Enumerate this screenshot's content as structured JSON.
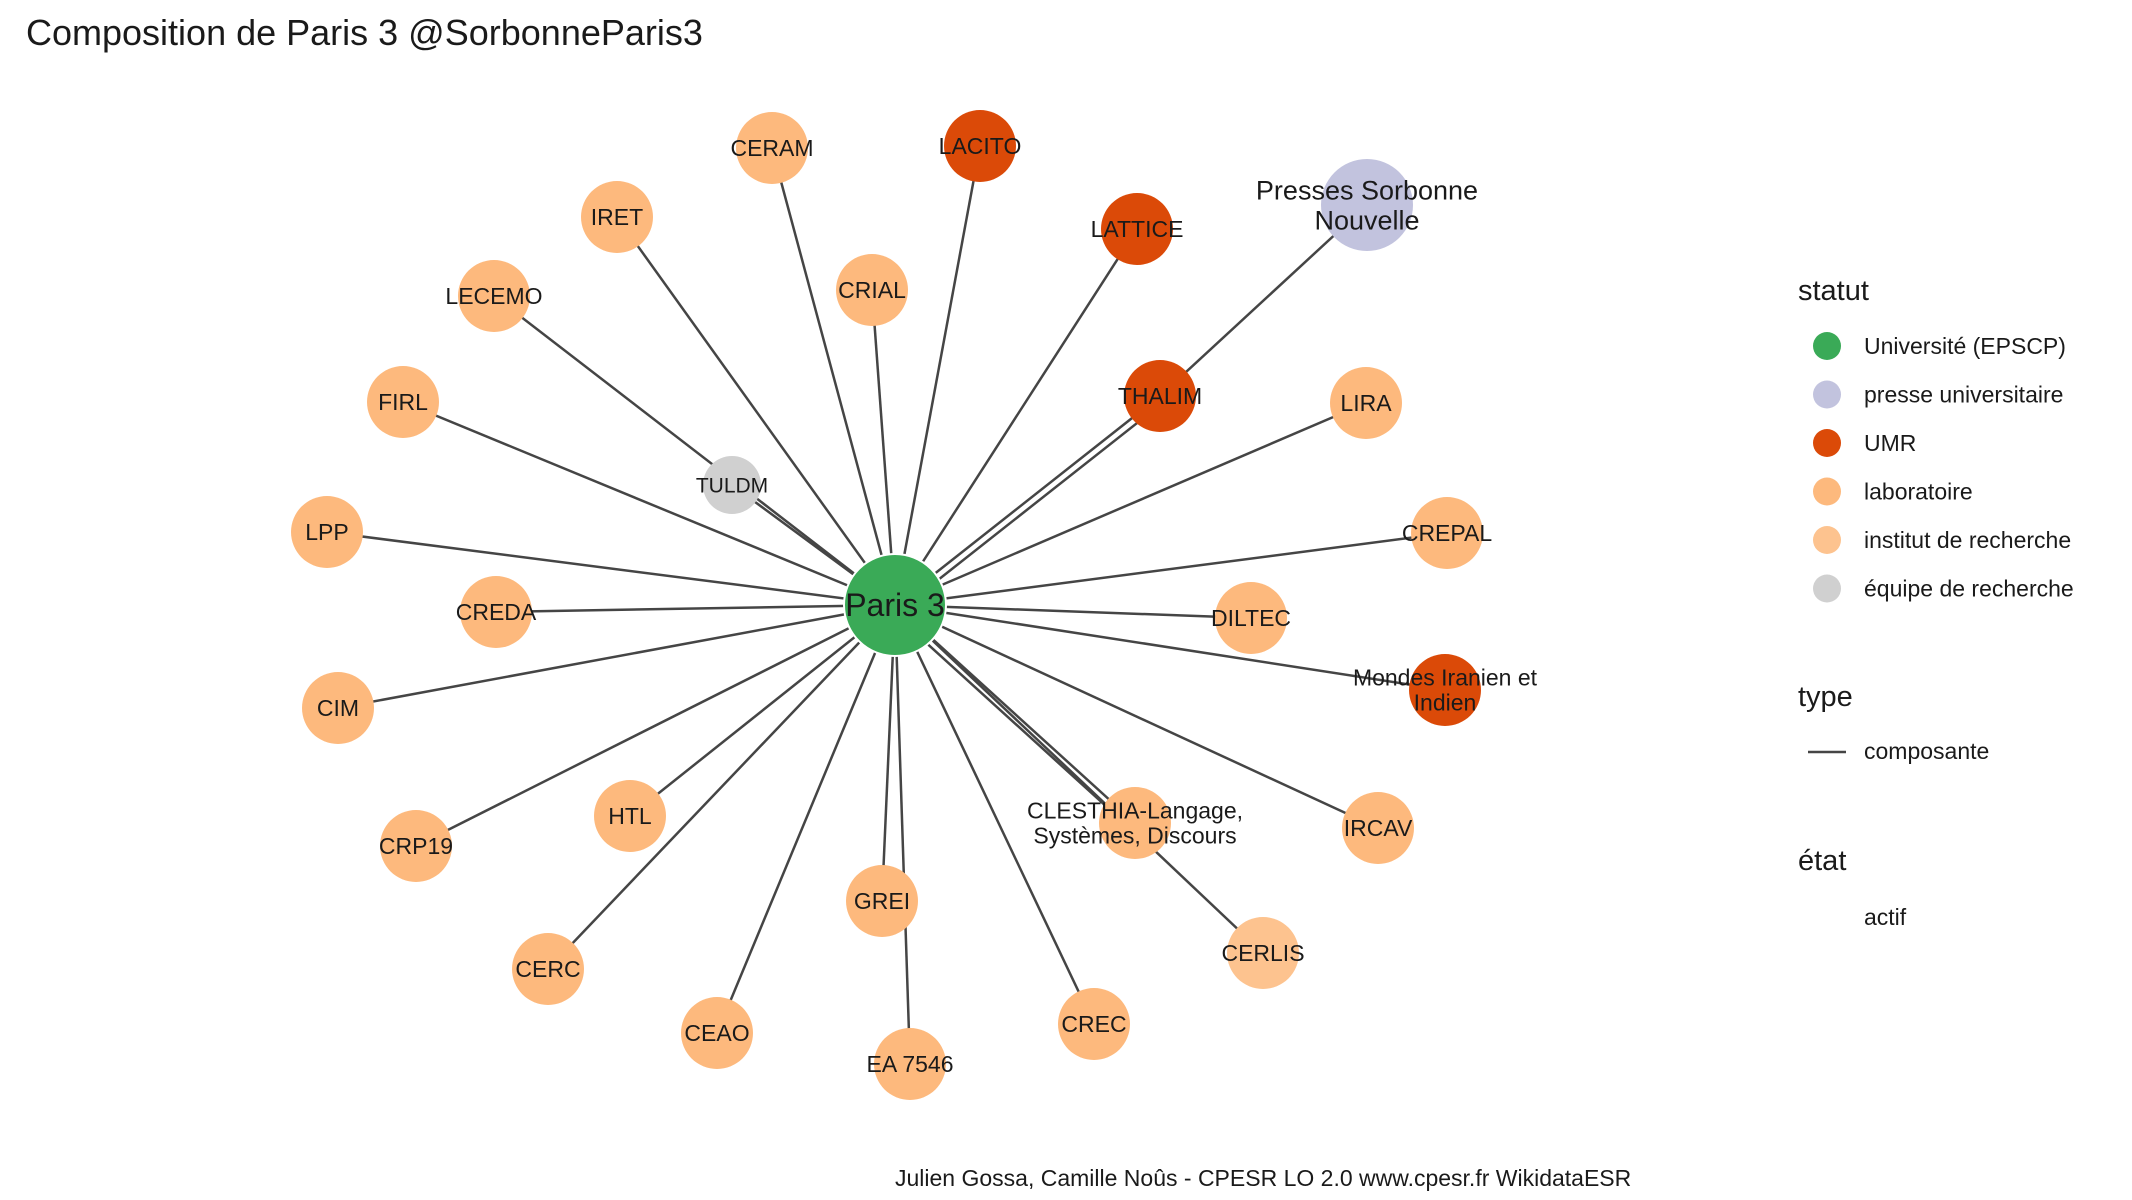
{
  "title": "Composition de Paris 3 @SorbonneParis3",
  "caption": "Julien Gossa, Camille Noûs - CPESR LO 2.0 www.cpesr.fr WikidataESR",
  "colors": {
    "universite": "#3aaa57",
    "presse": "#c2c3de",
    "umr": "#db4a08",
    "laboratoire": "#fdb97d",
    "institut": "#fdc38f",
    "equipe": "#d0d0d0",
    "edge": "#454545"
  },
  "legend": {
    "statut": {
      "title": "statut",
      "items": [
        {
          "label": "Université (EPSCP)",
          "color_key": "universite"
        },
        {
          "label": "presse universitaire",
          "color_key": "presse"
        },
        {
          "label": "UMR",
          "color_key": "umr"
        },
        {
          "label": "laboratoire",
          "color_key": "laboratoire"
        },
        {
          "label": "institut de recherche",
          "color_key": "institut"
        },
        {
          "label": "équipe de recherche",
          "color_key": "equipe"
        }
      ]
    },
    "type": {
      "title": "type",
      "items": [
        {
          "label": "composante"
        }
      ]
    },
    "etat": {
      "title": "état",
      "items": [
        {
          "label": "actif"
        }
      ]
    }
  },
  "nodes": [
    {
      "id": "paris3",
      "lines": [
        "Paris 3"
      ],
      "statut": "universite"
    },
    {
      "id": "ceram",
      "lines": [
        "CERAM"
      ],
      "statut": "laboratoire"
    },
    {
      "id": "lacito",
      "lines": [
        "LACITO"
      ],
      "statut": "umr"
    },
    {
      "id": "iret",
      "lines": [
        "IRET"
      ],
      "statut": "laboratoire"
    },
    {
      "id": "lattice",
      "lines": [
        "LATTICE"
      ],
      "statut": "umr"
    },
    {
      "id": "presses",
      "lines": [
        "Presses Sorbonne",
        "Nouvelle"
      ],
      "statut": "presse"
    },
    {
      "id": "lecemo",
      "lines": [
        "LECEMO"
      ],
      "statut": "laboratoire"
    },
    {
      "id": "crial",
      "lines": [
        "CRIAL"
      ],
      "statut": "laboratoire"
    },
    {
      "id": "firl",
      "lines": [
        "FIRL"
      ],
      "statut": "laboratoire"
    },
    {
      "id": "thalim",
      "lines": [
        "THALIM"
      ],
      "statut": "umr"
    },
    {
      "id": "lira",
      "lines": [
        "LIRA"
      ],
      "statut": "laboratoire"
    },
    {
      "id": "tuldm",
      "lines": [
        "TULDM"
      ],
      "statut": "equipe"
    },
    {
      "id": "lpp",
      "lines": [
        "LPP"
      ],
      "statut": "laboratoire"
    },
    {
      "id": "crepal",
      "lines": [
        "CREPAL"
      ],
      "statut": "laboratoire"
    },
    {
      "id": "creda",
      "lines": [
        "CREDA"
      ],
      "statut": "laboratoire"
    },
    {
      "id": "diltec",
      "lines": [
        "DILTEC"
      ],
      "statut": "laboratoire"
    },
    {
      "id": "mondes",
      "lines": [
        "Mondes Iranien et",
        "Indien"
      ],
      "statut": "umr"
    },
    {
      "id": "cim",
      "lines": [
        "CIM"
      ],
      "statut": "laboratoire"
    },
    {
      "id": "htl",
      "lines": [
        "HTL"
      ],
      "statut": "laboratoire"
    },
    {
      "id": "clesthia",
      "lines": [
        "CLESTHIA-Langage,",
        "Systèmes, Discours"
      ],
      "statut": "laboratoire"
    },
    {
      "id": "ircav",
      "lines": [
        "IRCAV"
      ],
      "statut": "laboratoire"
    },
    {
      "id": "crp19",
      "lines": [
        "CRP19"
      ],
      "statut": "laboratoire"
    },
    {
      "id": "grei",
      "lines": [
        "GREI"
      ],
      "statut": "laboratoire"
    },
    {
      "id": "cerlis",
      "lines": [
        "CERLIS"
      ],
      "statut": "institut"
    },
    {
      "id": "cerc",
      "lines": [
        "CERC"
      ],
      "statut": "laboratoire"
    },
    {
      "id": "ceao",
      "lines": [
        "CEAO"
      ],
      "statut": "laboratoire"
    },
    {
      "id": "crec",
      "lines": [
        "CREC"
      ],
      "statut": "laboratoire"
    },
    {
      "id": "ea7546",
      "lines": [
        "EA 7546"
      ],
      "statut": "laboratoire"
    }
  ],
  "edges": [
    [
      "paris3",
      "ceram"
    ],
    [
      "paris3",
      "lacito"
    ],
    [
      "paris3",
      "iret"
    ],
    [
      "paris3",
      "lattice"
    ],
    [
      "thalim",
      "presses"
    ],
    [
      "paris3",
      "thalim"
    ],
    [
      "paris3",
      "thalim"
    ],
    [
      "paris3",
      "lecemo"
    ],
    [
      "paris3",
      "crial"
    ],
    [
      "paris3",
      "firl"
    ],
    [
      "paris3",
      "lira"
    ],
    [
      "paris3",
      "tuldm"
    ],
    [
      "paris3",
      "lpp"
    ],
    [
      "paris3",
      "crepal"
    ],
    [
      "paris3",
      "creda"
    ],
    [
      "paris3",
      "diltec"
    ],
    [
      "paris3",
      "mondes"
    ],
    [
      "paris3",
      "cim"
    ],
    [
      "paris3",
      "htl"
    ],
    [
      "paris3",
      "clesthia"
    ],
    [
      "paris3",
      "clesthia"
    ],
    [
      "paris3",
      "ircav"
    ],
    [
      "paris3",
      "crp19"
    ],
    [
      "paris3",
      "grei"
    ],
    [
      "paris3",
      "cerlis"
    ],
    [
      "paris3",
      "cerc"
    ],
    [
      "paris3",
      "ceao"
    ],
    [
      "paris3",
      "crec"
    ],
    [
      "paris3",
      "ea7546"
    ]
  ]
}
